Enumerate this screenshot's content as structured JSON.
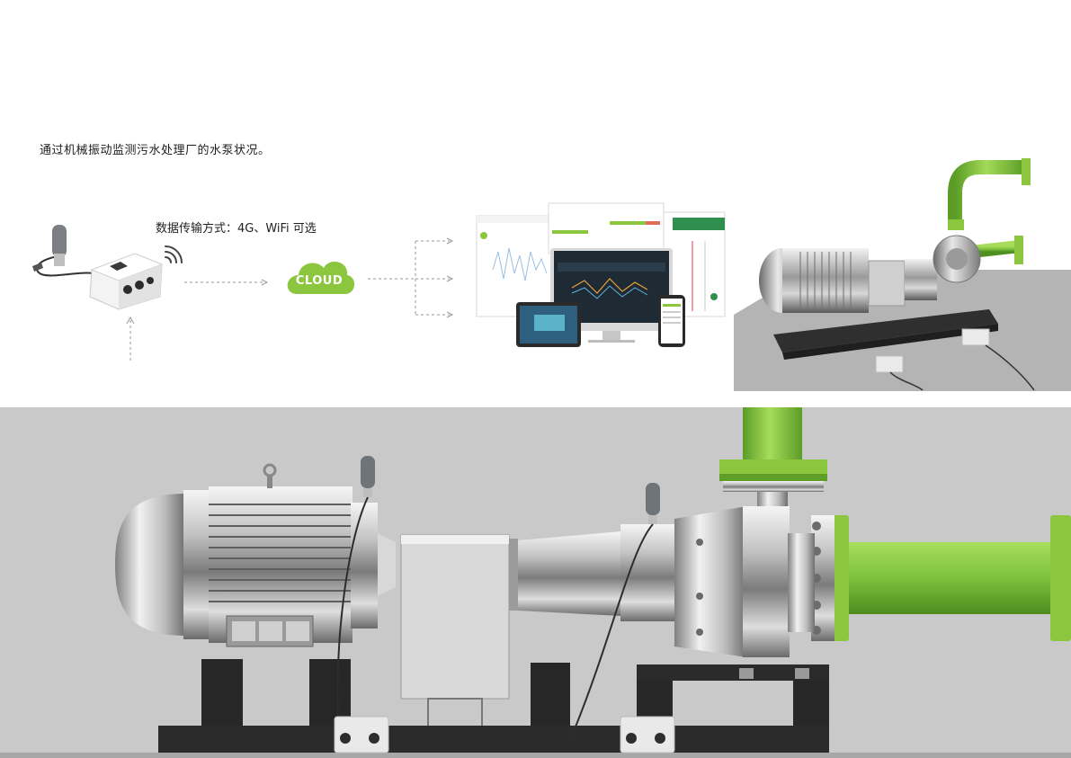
{
  "header": {
    "caption": "通过机械振动监测污水处理厂的水泵状况。"
  },
  "diagram": {
    "transfer_label": "数据传输方式：4G、WiFi 可选",
    "cloud_label": "CLOUD"
  },
  "colors": {
    "accent_green": "#8cc63f",
    "pipe_green": "#7dc13c",
    "background_gray": "#c9c9c9",
    "machine_dark": "#2a2a2a"
  },
  "icons": [
    "sensor-device-icon",
    "wifi-signal-icon",
    "cloud-icon",
    "dashboard-devices-icon",
    "pump-render-icon"
  ]
}
